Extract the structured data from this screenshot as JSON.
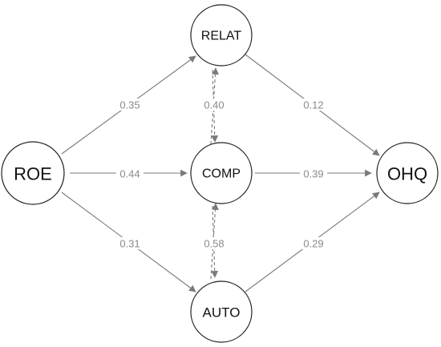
{
  "diagram": {
    "nodes": {
      "roe": {
        "label": "ROE"
      },
      "relat": {
        "label": "RELAT"
      },
      "comp": {
        "label": "COMP"
      },
      "auto": {
        "label": "AUTO"
      },
      "ohq": {
        "label": "OHQ"
      }
    },
    "edges": {
      "roe_relat": {
        "label": "0.35"
      },
      "roe_comp": {
        "label": "0.44"
      },
      "roe_auto": {
        "label": "0.31"
      },
      "relat_ohq": {
        "label": "0.12"
      },
      "comp_ohq": {
        "label": "0.39"
      },
      "auto_ohq": {
        "label": "0.29"
      },
      "relat_comp": {
        "label": "0.40"
      },
      "comp_auto": {
        "label": "0.58"
      }
    },
    "colors": {
      "edge": "#7a7a7a",
      "edge_label": "#8a8a8a",
      "node_stroke": "#222222"
    }
  }
}
